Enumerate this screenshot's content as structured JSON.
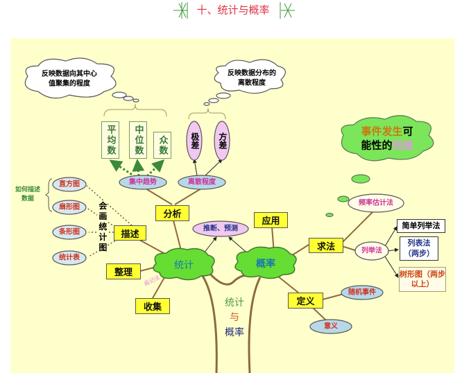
{
  "title": "十、统计与概率",
  "center_label": {
    "line1": "统计",
    "line2": "与",
    "line3": "概率"
  },
  "clouds": {
    "central_tendency_note": {
      "line1": "反映数据向其中心",
      "line2": "值聚集的程度"
    },
    "dispersion_note": {
      "line1": "反映数据分布的",
      "line2": "离散程度"
    },
    "probability_note": {
      "part1": "事件发生",
      "part2": "可",
      "part3": "能性的",
      "part4": "刻画"
    }
  },
  "statistics": {
    "label": "统计",
    "collect": "收集",
    "organize": "整理",
    "tally": "画记法",
    "describe": "描述",
    "analyze": "分析",
    "how_to_describe": {
      "line1": "如何描述",
      "line2": "数据"
    },
    "draw_charts": "会画统计图",
    "charts": [
      "直方图",
      "扇形图",
      "条形图",
      "统计表"
    ],
    "central_tendency": "集中趋势",
    "dispersion": "离散程度",
    "measures": [
      "平均数",
      "中位数",
      "众数"
    ],
    "spread": [
      "极差",
      "方差"
    ],
    "inference": "推断、预测"
  },
  "probability": {
    "label": "概率",
    "apply": "应用",
    "method": "求法",
    "frequency": "频率估计法",
    "enumeration": "列举法",
    "enum_methods": [
      "简单列举法",
      "列表法（两步）",
      "树形图（两步以上）"
    ],
    "definition": "定义",
    "random_event": "随机事件",
    "meaning": "意义"
  },
  "colors": {
    "panel": "#ffffcc",
    "box": "#ffff33",
    "cloud": "#66dd33",
    "title": "#dd3344"
  }
}
